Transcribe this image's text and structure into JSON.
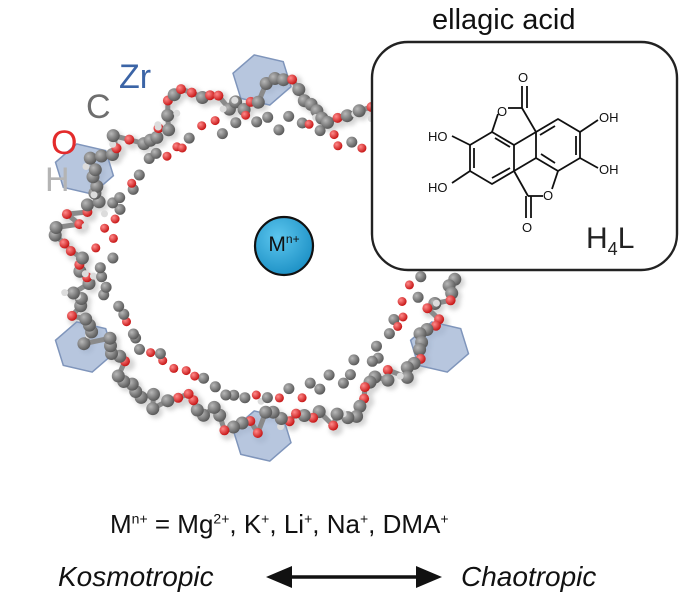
{
  "inset": {
    "title": "ellagic acid",
    "ligand_label_main": "H",
    "ligand_label_sub": "4",
    "ligand_label_end": "L",
    "atoms": {
      "oxygen": "O",
      "hydroxyl": "HO",
      "hydroxyl_right": "OH"
    }
  },
  "element_legend": [
    {
      "symbol": "Zr",
      "color": "#3b64a6"
    },
    {
      "symbol": "C",
      "color": "#6e6e6e"
    },
    {
      "symbol": "O",
      "color": "#e32b2b"
    },
    {
      "symbol": "H",
      "color": "#b4b4b4"
    }
  ],
  "center_ion": {
    "base": "M",
    "charge": "n+",
    "color": "#29a9df"
  },
  "formula": {
    "lhs_base": "M",
    "lhs_charge": "n+",
    "equals": " = ",
    "items": [
      {
        "base": "Mg",
        "charge": "2+",
        "sep": ", "
      },
      {
        "base": "K",
        "charge": "+",
        "sep": ", "
      },
      {
        "base": "Li",
        "charge": "+",
        "sep": ", "
      },
      {
        "base": "Na",
        "charge": "+",
        "sep": ", "
      },
      {
        "base": "DMA",
        "charge": "+",
        "sep": ""
      }
    ]
  },
  "scale": {
    "left": "Kosmotropic",
    "right": "Chaotropic"
  },
  "colors": {
    "carbon": "#7a7a7a",
    "oxygen": "#e12a2a",
    "hydrogen": "#d9d9d9",
    "zr_polyhedron": "#9fb3d3",
    "ion_fill": "#29a9df"
  }
}
